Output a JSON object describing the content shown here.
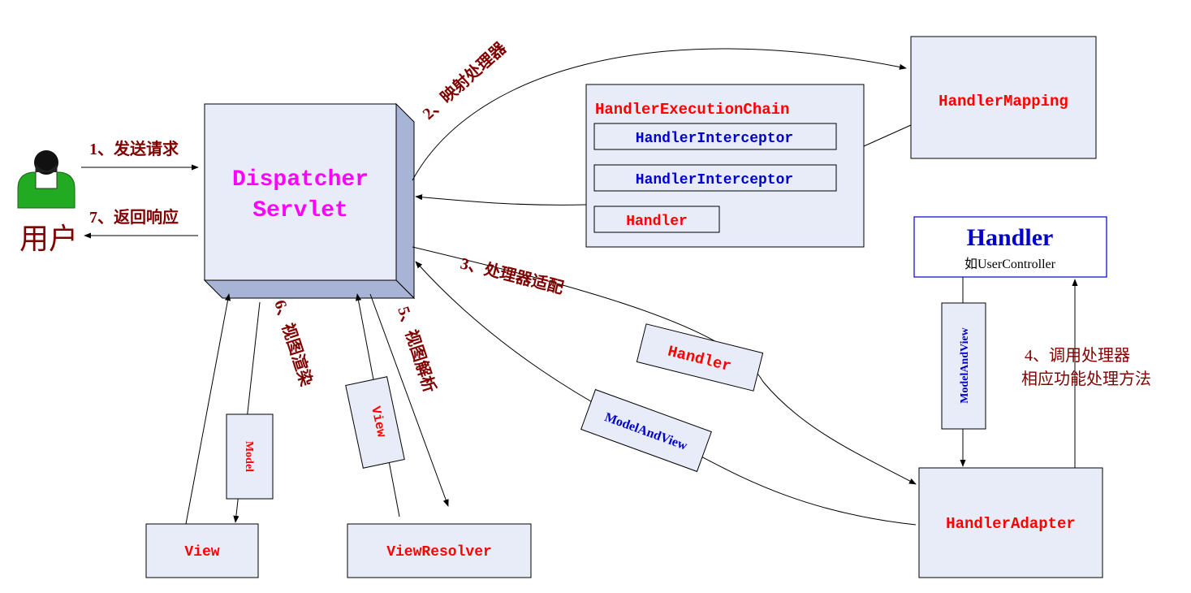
{
  "user": {
    "label": "用户"
  },
  "dispatcher": {
    "line1": "Dispatcher",
    "line2": "Servlet"
  },
  "handler_mapping": {
    "label": "HandlerMapping"
  },
  "execution_chain": {
    "title": "HandlerExecutionChain",
    "interceptor1": "HandlerInterceptor",
    "interceptor2": "HandlerInterceptor",
    "handler": "Handler"
  },
  "handler_box": {
    "title": "Handler",
    "subtitle": "如UserController"
  },
  "handler_adapter": {
    "label": "HandlerAdapter"
  },
  "view_box": {
    "label": "View"
  },
  "view_resolver": {
    "label": "ViewResolver"
  },
  "tags": {
    "handler": "Handler",
    "model_and_view_diag": "ModelAndView",
    "model_and_view_vert": "ModelAndView",
    "view": "View",
    "model": "Model"
  },
  "steps": {
    "s1": "1、发送请求",
    "s2": "2、映射处理器",
    "s3": "3、处理器适配",
    "s4_line1": "4、调用处理器",
    "s4_line2": "相应功能处理方法",
    "s5": "5、视图解析",
    "s6": "6、视图渲染",
    "s7": "7、返回响应"
  },
  "colors": {
    "box_fill": "#e8ecf8",
    "red": "#ff0000",
    "blue": "#0000cc",
    "magenta": "#ff00ff",
    "brown": "#800000",
    "user_green": "#22aa22"
  }
}
